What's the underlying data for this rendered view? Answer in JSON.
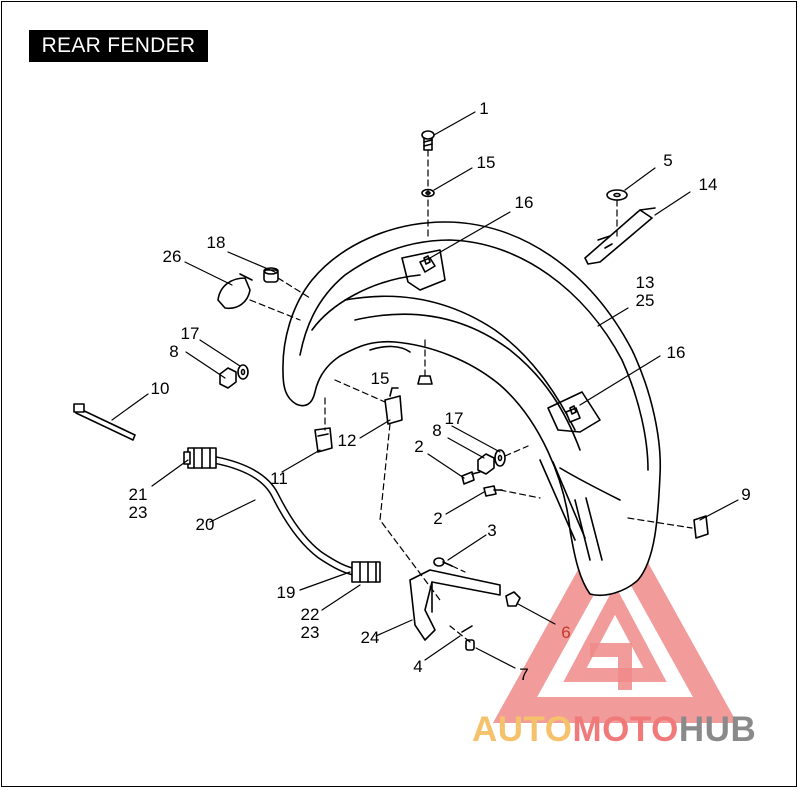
{
  "title": "REAR FENDER",
  "labels": [
    {
      "id": "1",
      "text": "1"
    },
    {
      "id": "15a",
      "text": "15"
    },
    {
      "id": "16a",
      "text": "16"
    },
    {
      "id": "5",
      "text": "5"
    },
    {
      "id": "14",
      "text": "14"
    },
    {
      "id": "13",
      "text": "13"
    },
    {
      "id": "25",
      "text": "25"
    },
    {
      "id": "18",
      "text": "18"
    },
    {
      "id": "26",
      "text": "26"
    },
    {
      "id": "17a",
      "text": "17"
    },
    {
      "id": "8a",
      "text": "8"
    },
    {
      "id": "10",
      "text": "10"
    },
    {
      "id": "15b",
      "text": "15"
    },
    {
      "id": "16b",
      "text": "16"
    },
    {
      "id": "17b",
      "text": "17"
    },
    {
      "id": "8b",
      "text": "8"
    },
    {
      "id": "2a",
      "text": "2"
    },
    {
      "id": "12",
      "text": "12"
    },
    {
      "id": "11",
      "text": "11"
    },
    {
      "id": "21",
      "text": "21"
    },
    {
      "id": "23a",
      "text": "23"
    },
    {
      "id": "20",
      "text": "20"
    },
    {
      "id": "9",
      "text": "9"
    },
    {
      "id": "2b",
      "text": "2"
    },
    {
      "id": "3",
      "text": "3"
    },
    {
      "id": "19",
      "text": "19"
    },
    {
      "id": "22",
      "text": "22"
    },
    {
      "id": "23b",
      "text": "23"
    },
    {
      "id": "6",
      "text": "6"
    },
    {
      "id": "24",
      "text": "24"
    },
    {
      "id": "4",
      "text": "4"
    },
    {
      "id": "7",
      "text": "7"
    }
  ],
  "watermark": {
    "part1": "AUTO",
    "part2": "MOTO",
    "part3": "HUB",
    "color1": "#f5c26b",
    "color2": "#f07a7a",
    "color3": "#8a8a8a"
  }
}
